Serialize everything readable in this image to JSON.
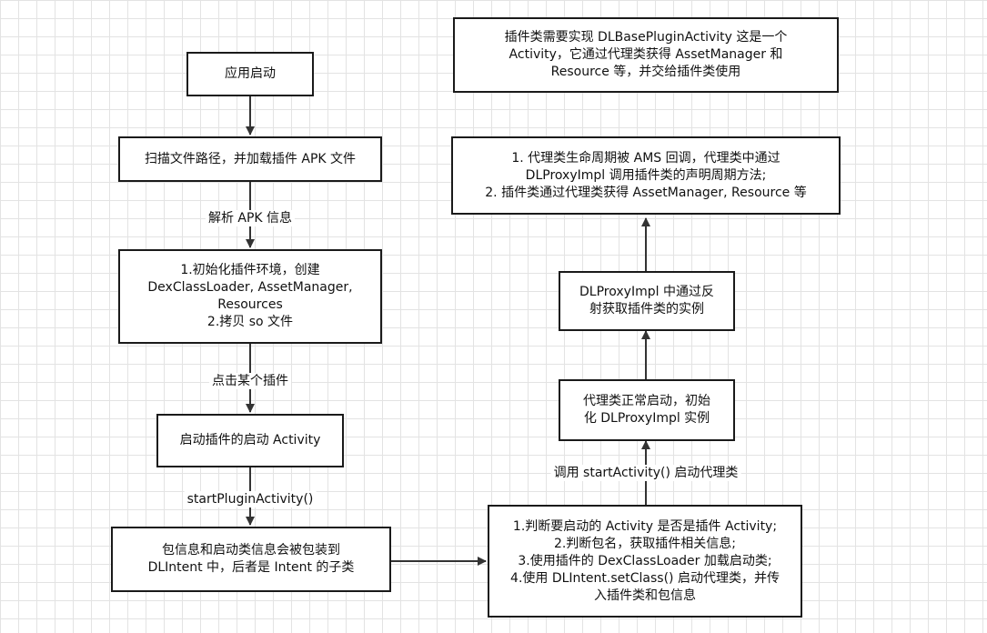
{
  "left_flow": {
    "start": "应用启动",
    "scan": "扫描文件路径，并加载插件 APK 文件",
    "edge_parse": "解析 APK 信息",
    "init": "1.初始化插件环境，创建\nDexClassLoader, AssetManager,\nResources\n2.拷贝 so 文件",
    "edge_click": "点击某个插件",
    "launch": "启动插件的启动 Activity",
    "edge_start": "startPluginActivity()",
    "wrap": "包信息和启动类信息会被包装到\nDLIntent 中，后者是 Intent 的子类"
  },
  "right_flow": {
    "judge": "1.判断要启动的 Activity 是否是插件 Activity;\n2.判断包名，获取插件相关信息;\n3.使用插件的 DexClassLoader 加载启动类;\n4.使用 DLIntent.setClass() 启动代理类，并传\n入插件类和包信息",
    "edge_call": "调用 startActivity() 启动代理类",
    "proxy_start": "代理类正常启动，初始\n化 DLProxyImpl 实例",
    "reflect": "DLProxyImpl 中通过反\n射获取插件类的实例",
    "lifecycle": "1. 代理类生命周期被 AMS 回调，代理类中通过\nDLProxyImpl 调用插件类的声明周期方法;\n2. 插件类通过代理类获得 AssetManager, Resource 等",
    "note": "插件类需要实现 DLBasePluginActivity 这是一个\nActivity，它通过代理类获得 AssetManager 和\nResource 等，并交给插件类使用"
  },
  "colors": {
    "line": "#333333",
    "border": "#1a1a1a",
    "grid": "#e3e3e3"
  }
}
